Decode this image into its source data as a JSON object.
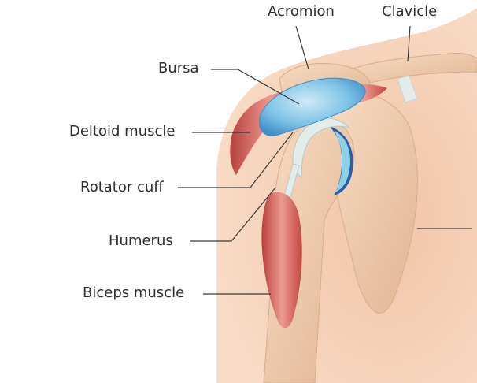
{
  "labels": {
    "acromion": "Acromion",
    "clavicle": "Clavicle",
    "bursa": "Bursa",
    "deltoid": "Deltoid muscle",
    "rotator_cuff": "Rotator cuff",
    "humerus": "Humerus",
    "biceps": "Biceps muscle"
  },
  "colors": {
    "skin": "#f6d2b8",
    "bone": "#efc9a9",
    "bone_shade": "#d9ac8a",
    "muscle": "#cf5a52",
    "muscle_light": "#e98d85",
    "bursa": "#7fc6e8",
    "cartilage": "#2b5ea7",
    "tendon": "#e4ece9",
    "leader": "#3a3a3a"
  }
}
